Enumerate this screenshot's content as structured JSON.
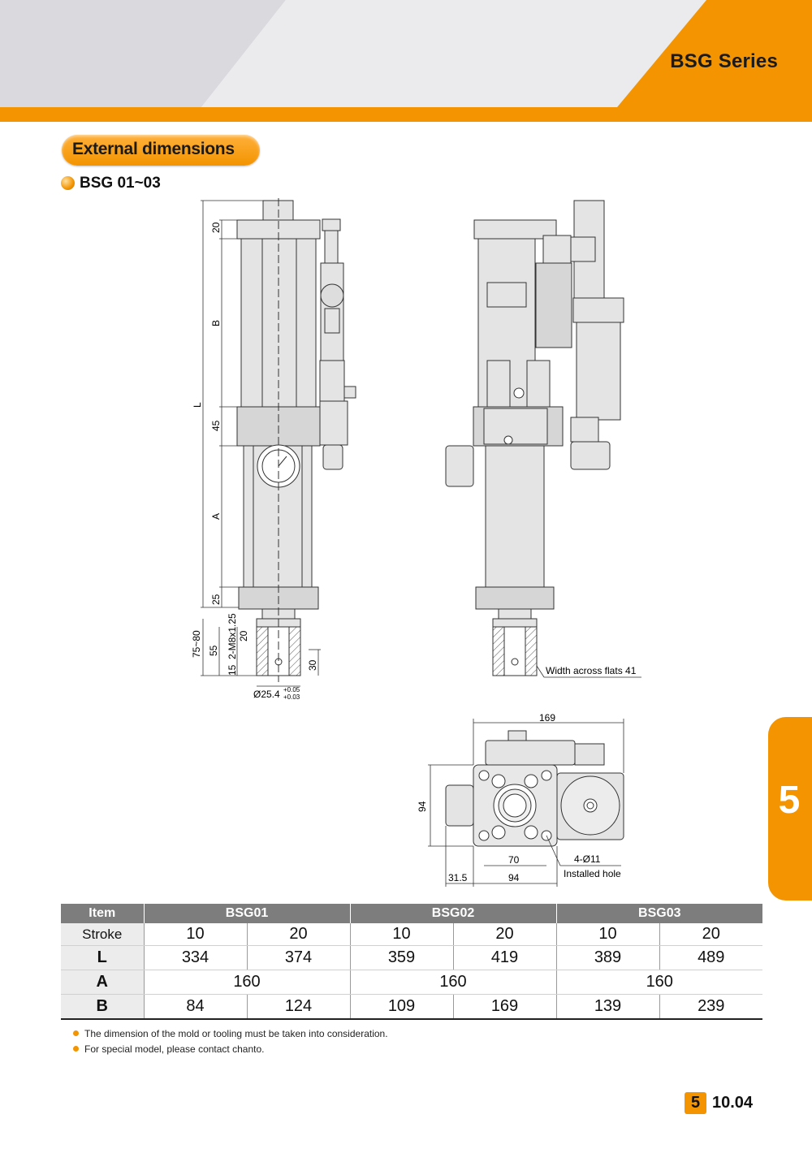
{
  "header": {
    "series_title": "BSG Series"
  },
  "section": {
    "title": "External dimensions"
  },
  "model": {
    "title": "BSG 01~03"
  },
  "drawing": {
    "dims": {
      "d20_top": "20",
      "dB": "B",
      "dL": "L",
      "d45": "45",
      "dA": "A",
      "d25": "25",
      "d75_80": "75~80",
      "d55": "55",
      "d15": "15",
      "d2m8": "2-M8x1.25",
      "d20_low": "20",
      "d30": "30",
      "dia": "Ø25.4",
      "tol_upper": "+0.05",
      "tol_lower": "+0.03",
      "flats": "Width across flats 41",
      "d169": "169",
      "d94v": "94",
      "d70": "70",
      "d31_5": "31.5",
      "d94h": "94",
      "holes": "4-Ø11",
      "installed": "Installed hole"
    }
  },
  "chapter": {
    "number": "5"
  },
  "table": {
    "headers": [
      "Item",
      "BSG01",
      "BSG02",
      "BSG03"
    ],
    "stroke": {
      "label": "Stroke",
      "values": [
        "10",
        "20",
        "10",
        "20",
        "10",
        "20"
      ]
    },
    "L": {
      "label": "L",
      "values": [
        "334",
        "374",
        "359",
        "419",
        "389",
        "489"
      ]
    },
    "A": {
      "label": "A",
      "values": [
        "160",
        "160",
        "160"
      ]
    },
    "B": {
      "label": "B",
      "values": [
        "84",
        "124",
        "109",
        "169",
        "139",
        "239"
      ]
    }
  },
  "notes": [
    "The dimension of the mold or tooling must be taken into consideration.",
    "For special model, please contact chanto."
  ],
  "footer": {
    "chapter": "5",
    "page": "10.04"
  },
  "colors": {
    "accent": "#f39400",
    "header_gray": "#dcdcdf",
    "table_header": "#7d7d7d"
  }
}
